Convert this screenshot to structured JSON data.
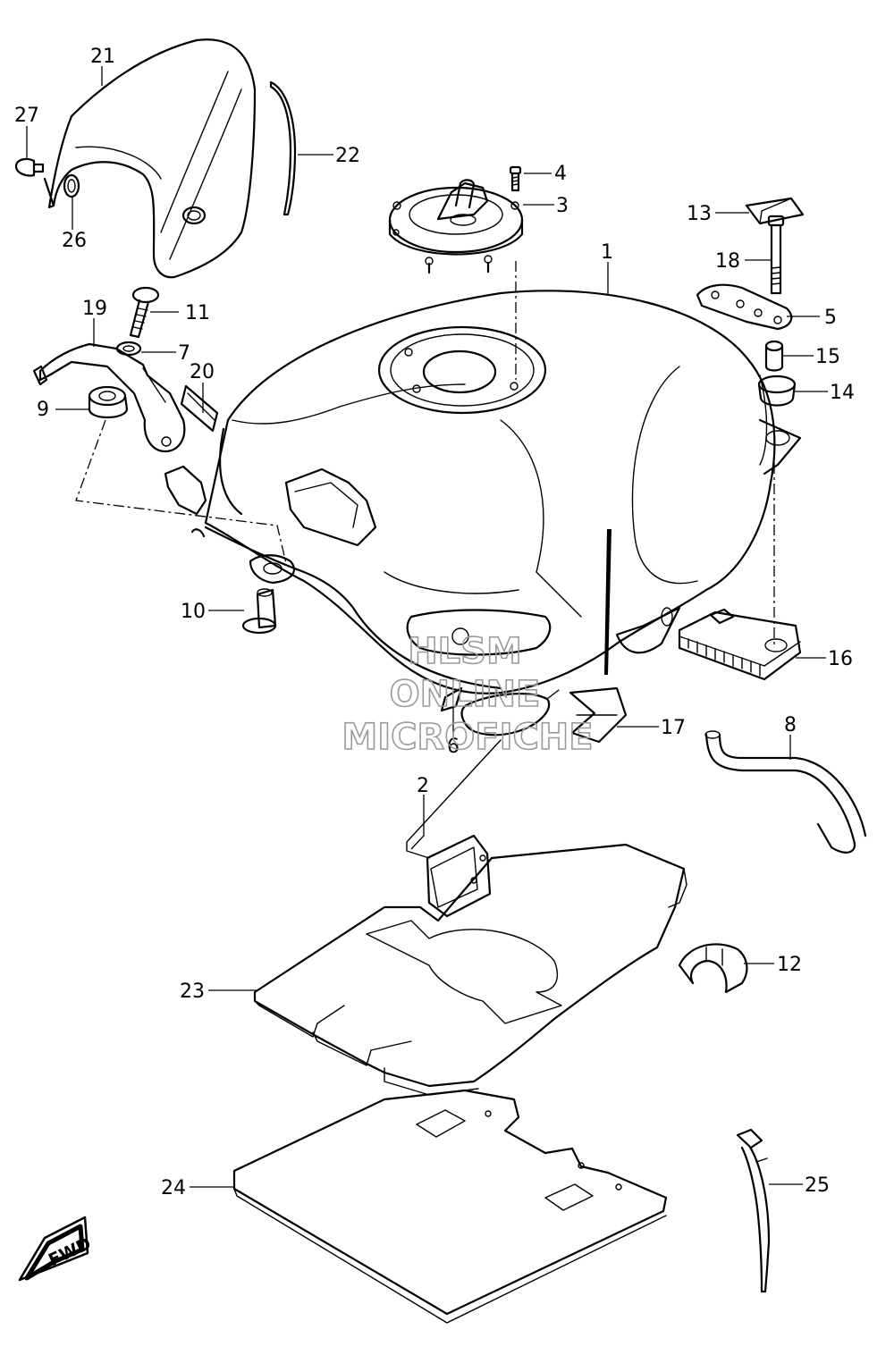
{
  "diagram": {
    "callouts": {
      "p1": "1",
      "p2": "2",
      "p3": "3",
      "p4": "4",
      "p5": "5",
      "p6": "6",
      "p7": "7",
      "p8": "8",
      "p9": "9",
      "p10": "10",
      "p11": "11",
      "p12": "12",
      "p13": "13",
      "p14": "14",
      "p15": "15",
      "p16": "16",
      "p17": "17",
      "p18": "18",
      "p19": "19",
      "p20": "20",
      "p21": "21",
      "p22": "22",
      "p23": "23",
      "p24": "24",
      "p25": "25",
      "p26": "26",
      "p27": "27"
    },
    "watermark": {
      "line1": "HLSM",
      "line2": "ONLINE",
      "line3": "MICROFICHE"
    },
    "direction_badge": "FWD"
  }
}
